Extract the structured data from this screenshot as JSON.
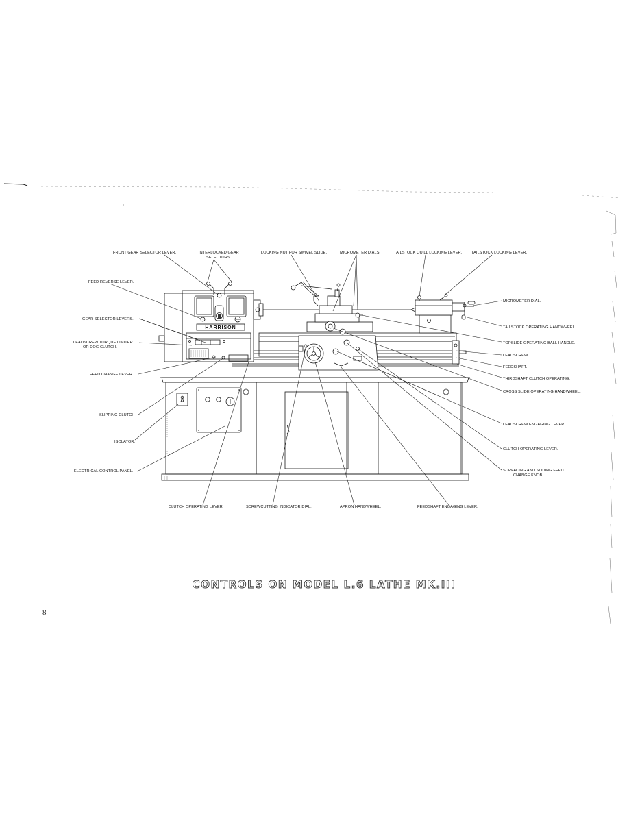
{
  "page_number": "8",
  "title": "CONTROLS ON MODEL L.6 LATHE MK.III",
  "nameplate": "HARRISON",
  "labels": {
    "front_gear_selector_lever": "FRONT GEAR SELECTOR LEVER.",
    "interlocked_gear_selectors_1": "INTERLOCKED GEAR",
    "interlocked_gear_selectors_2": "SELECTORS.",
    "locking_nut_swivel_slide": "LOCKING NUT FOR SWIVEL SLIDE.",
    "micrometer_dials": "MICROMETER DIALS.",
    "tailstock_quill_locking_lever": "TAILSTOCK QUILL LOCKING LEVER.",
    "tailstock_locking_lever": "TAILSTOCK LOCKING LEVER.",
    "feed_reverse_lever": "FEED REVERSE LEVER.",
    "gear_selector_levers": "GEAR SELECTOR LEVERS.",
    "leadscrew_torque_limiter_1": "LEADSCREW TORQUE LIMITER",
    "leadscrew_torque_limiter_2": "OR DOG CLUTCH.",
    "feed_change_lever": "FEED CHANGE LEVER.",
    "slipping_clutch": "SLIPPING CLUTCH",
    "isolator": "ISOLATOR.",
    "electrical_control_panel": "ELECTRICAL CONTROL PANEL.",
    "micrometer_dial": "MICROMETER DIAL.",
    "tailstock_operating_handwheel": "TAILSTOCK OPERATING HANDWHEEL.",
    "topslide_operating_ball_handle": "TOPSLIDE OPERATING BALL HANDLE.",
    "leadscrew": "LEADSCREW.",
    "feedshaft": "FEEDSHAFT.",
    "thirdshaft_clutch_operating": "THIRDSHAFT CLUTCH OPERATING.",
    "cross_slide_operating_handwheel": "CROSS SLIDE OPERATING HANDWHEEL.",
    "leadscrew_engaging_lever": "LEADSCREW ENGAGING LEVER.",
    "clutch_operating_lever_right": "CLUTCH OPERATING LEVER.",
    "surfacing_sliding_feed_1": "SURFACING AND SLIDING FEED",
    "surfacing_sliding_feed_2": "CHANGE KNOB.",
    "clutch_operating_lever_bottom": "CLUTCH OPERATING LEVER.",
    "screwcutting_indicator_dial": "SCREWCUTTING INDICATOR DIAL.",
    "apron_handwheel": "APRON HANDWHEEL.",
    "feedshaft_engaging_lever": "FEEDSHAFT ENGAGING LEVER."
  }
}
